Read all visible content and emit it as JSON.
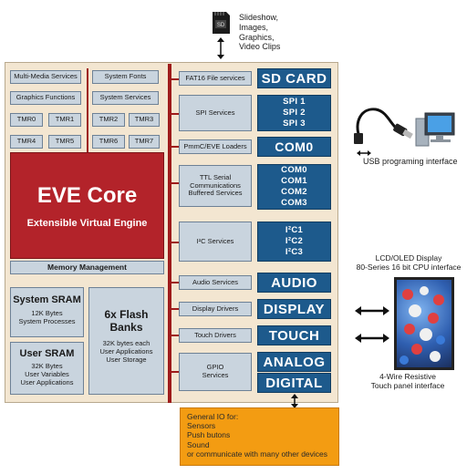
{
  "sd_card_caption": [
    "Slideshow,",
    "Images,",
    "Graphics,",
    "Video Clips"
  ],
  "left_services": {
    "multimedia": "Multi-Media Services",
    "fonts": "System Fonts",
    "graphics": "Graphics Functions",
    "system": "System Services"
  },
  "timers": [
    "TMR0",
    "TMR1",
    "TMR2",
    "TMR3",
    "TMR4",
    "TMR5",
    "TMR6",
    "TMR7"
  ],
  "core": {
    "title": "EVE Core",
    "subtitle": "Extensible Virtual Engine"
  },
  "memory_management": "Memory Management",
  "system_sram": {
    "title": "System SRAM",
    "lines": [
      "12K Bytes",
      "System Processes"
    ]
  },
  "user_sram": {
    "title": "User SRAM",
    "lines": [
      "32K Bytes",
      "User Variables",
      "User Applications"
    ]
  },
  "flash": {
    "title": [
      "6x Flash",
      "Banks"
    ],
    "lines": [
      "32K bytes each",
      "User Applications",
      "User Storage"
    ]
  },
  "right_services": {
    "fat16": "FAT16 File services",
    "spi": "SPI Services",
    "pmmc": "PmmC/EVE Loaders",
    "ttl": [
      "TTL Serial",
      "Communications",
      "Buffered Services"
    ],
    "i2c": "I²C Services",
    "audio": "Audio Services",
    "display": "Display Drivers",
    "touch": "Touch Drivers",
    "gpio": [
      "GPIO",
      "Services"
    ]
  },
  "peripherals": {
    "sd_card": "SD CARD",
    "spi": [
      "SPI 1",
      "SPI 2",
      "SPI 3"
    ],
    "com0": "COM0",
    "com": [
      "COM0",
      "COM1",
      "COM2",
      "COM3"
    ],
    "i2c": [
      "I²C1",
      "I²C2",
      "I²C3"
    ],
    "audio": "AUDIO",
    "display": "DISPLAY",
    "touch": "TOUCH",
    "analog": "ANALOG",
    "digital": "DIGITAL"
  },
  "usb_caption": "USB programing interface",
  "lcd_caption": [
    "LCD/OLED Display",
    "80-Series 16 bit CPU interface"
  ],
  "touch_caption": [
    "4-Wire Resistive",
    "Touch panel interface"
  ],
  "general_io": [
    "General IO for:",
    "Sensors",
    "Push butons",
    "Sound",
    "or communicate with many other devices"
  ],
  "colors": {
    "frame": "#f3e6d1",
    "core_red": "#b3232a",
    "service_grey": "#c9d4de",
    "peripheral_blue": "#1d5a8c",
    "gio_orange": "#f39c12"
  }
}
